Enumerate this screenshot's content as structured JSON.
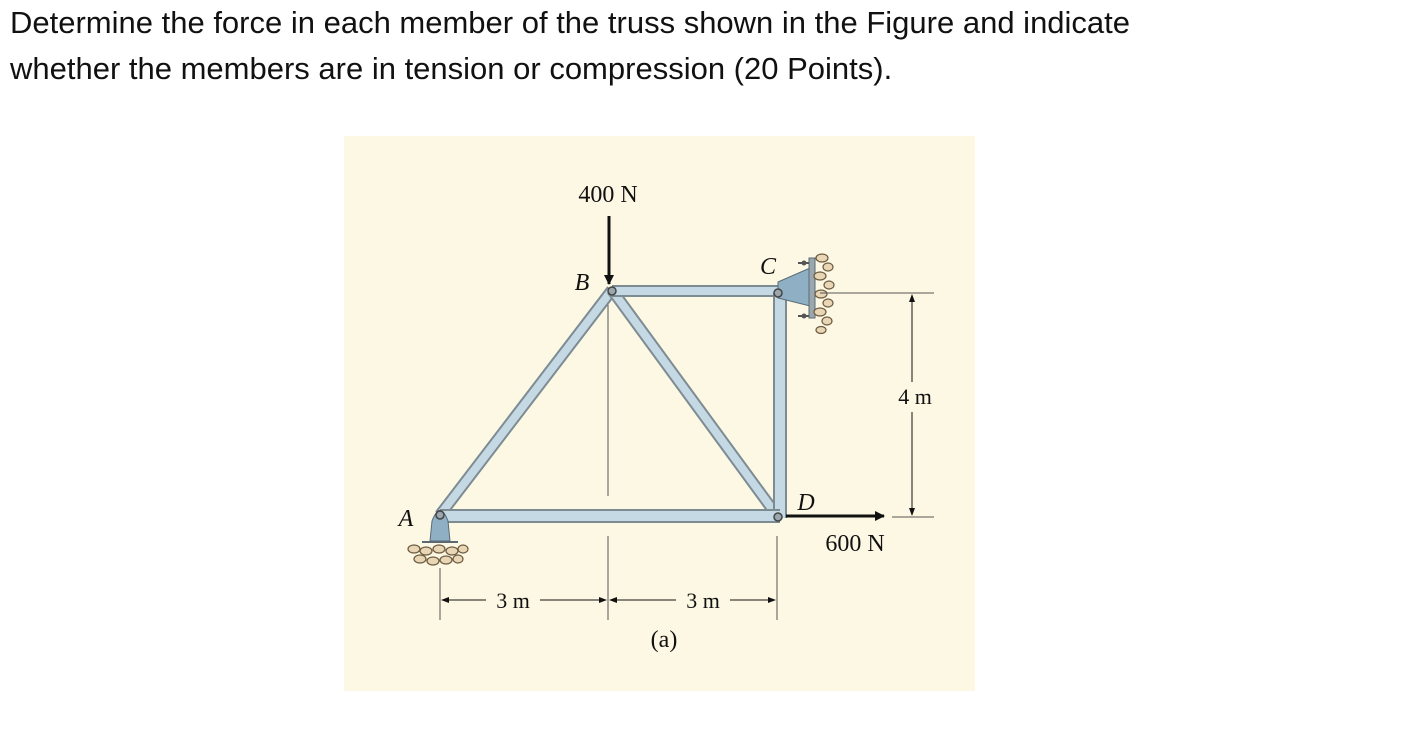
{
  "problem": {
    "line1": "Determine the force in each member of the truss shown in the Figure and indicate",
    "line2": "whether the members are in tension or compression (20 Points)."
  },
  "figure": {
    "caption": "(a)",
    "nodes": {
      "a": "A",
      "b": "B",
      "c": "C",
      "d": "D"
    },
    "loads": {
      "vertical": "400 N",
      "horizontal": "600 N"
    },
    "dimensions": {
      "left_span": "3 m",
      "right_span": "3 m",
      "height": "4 m"
    },
    "colors": {
      "background": "#fdf8e4",
      "member_fill": "#c4d9e4",
      "member_stroke": "#7d8b93",
      "support": "#8fb0c4"
    }
  }
}
